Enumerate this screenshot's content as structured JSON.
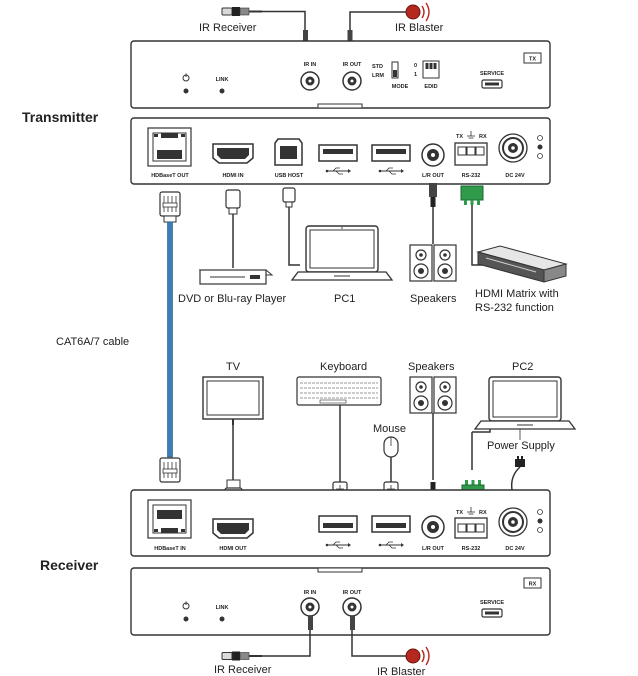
{
  "transmitter": {
    "title": "Transmitter",
    "badge": "TX",
    "front": {
      "ir_in": "IR IN",
      "ir_out": "IR OUT",
      "std": "STD",
      "lrm": "LRM",
      "mode": "MODE",
      "edid": "EDID",
      "edid_0": "0",
      "edid_1": "1",
      "link": "LINK",
      "service": "SERVICE"
    },
    "rear": {
      "hdbaset_out": "HDBaseT OUT",
      "hdmi_in": "HDMI IN",
      "usb_host": "USB HOST",
      "lr_out": "L/R OUT",
      "rs232": "RS-232",
      "tx": "TX",
      "rx": "RX",
      "dc": "DC 24V"
    }
  },
  "receiver": {
    "title": "Receiver",
    "badge": "RX",
    "rear": {
      "hdbaset_in": "HDBaseT IN",
      "hdmi_out": "HDMI OUT",
      "lr_out": "L/R OUT",
      "rs232": "RS-232",
      "tx": "TX",
      "rx": "RX",
      "dc": "DC 24V"
    },
    "front": {
      "ir_in": "IR IN",
      "ir_out": "IR OUT",
      "link": "LINK",
      "service": "SERVICE"
    }
  },
  "devices": {
    "ir_receiver_top": "IR Receiver",
    "ir_blaster_top": "IR Blaster",
    "dvd": "DVD or Blu-ray Player",
    "pc1": "PC1",
    "speakers_top": "Speakers",
    "matrix_line1": "HDMI Matrix with",
    "matrix_line2": "RS-232 function",
    "cable": "CAT6A/7 cable",
    "tv": "TV",
    "keyboard": "Keyboard",
    "speakers_bottom": "Speakers",
    "pc2": "PC2",
    "mouse": "Mouse",
    "power_supply": "Power Supply",
    "ir_receiver_bottom": "IR Receiver",
    "ir_blaster_bottom": "IR Blaster"
  },
  "colors": {
    "cable_blue": "#3b7fb8",
    "blaster_red": "#b5281f",
    "terminal_green": "#2e9a4a"
  }
}
